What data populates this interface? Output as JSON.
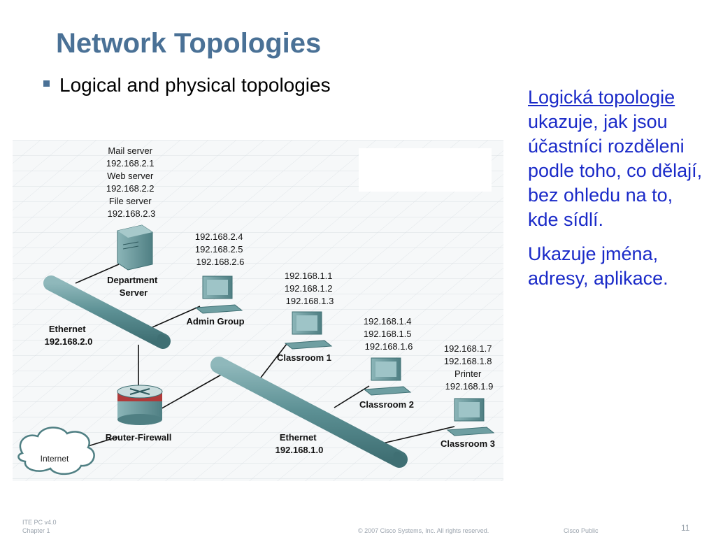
{
  "slide": {
    "title": "Network Topologies",
    "bullet": "Logical and physical topologies",
    "right_link": "Logická topologie",
    "right_rest": " ukazuje, jak jsou účastníci rozděleni podle toho, co dělají, bez ohledu na to, kde sídlí.",
    "right_para2": "Ukazuje jména, adresy, aplikace."
  },
  "diagram": {
    "server_info": [
      "Mail server",
      "192.168.2.1",
      "Web server",
      "192.168.2.2",
      "File server",
      "192.168.2.3"
    ],
    "department_server": [
      "Department",
      "Server"
    ],
    "admin_ips": [
      "192.168.2.4",
      "192.168.2.5",
      "192.168.2.6"
    ],
    "admin_label": "Admin Group",
    "ethernet2": [
      "Ethernet",
      "192.168.2.0"
    ],
    "class1_ips": [
      "192.168.1.1",
      "192.168.1.2",
      "192.168.1.3"
    ],
    "class1_label": "Classroom 1",
    "class2_ips": [
      "192.168.1.4",
      "192.168.1.5",
      "192.168.1.6"
    ],
    "class2_label": "Classroom 2",
    "class3_ips": [
      "192.168.1.7",
      "192.168.1.8",
      "Printer",
      "192.168.1.9"
    ],
    "class3_label": "Classroom 3",
    "router_label": "Router-Firewall",
    "internet_label": "Internet",
    "ethernet1": [
      "Ethernet",
      "192.168.1.0"
    ]
  },
  "footer": {
    "line1": "ITE PC v4.0",
    "line2": "Chapter 1",
    "copyright": "© 2007 Cisco Systems, Inc. All rights reserved.",
    "public": "Cisco Public",
    "page": "11"
  },
  "colors": {
    "title": "#4a7196",
    "body_text": "#1a2ac8",
    "cable": "#5b8f93",
    "device": "#6f9fa2",
    "firewall_red": "#b03a3a",
    "footer": "#9aa3ad"
  }
}
